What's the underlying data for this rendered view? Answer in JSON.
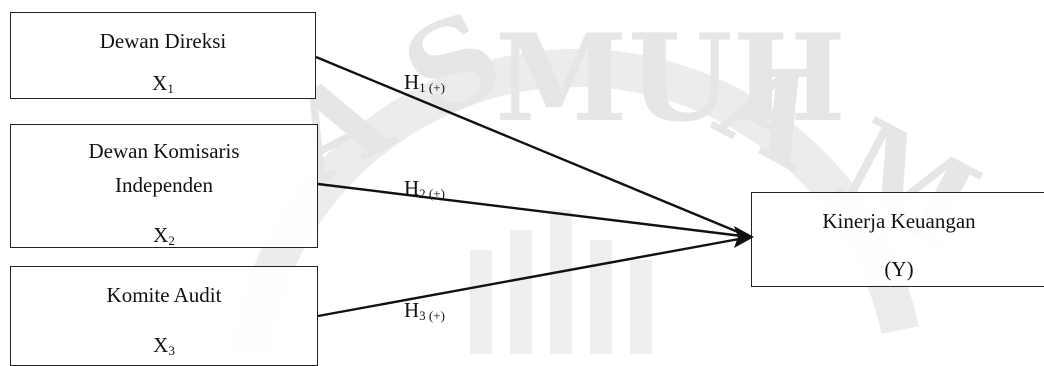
{
  "diagram": {
    "independent_variables": [
      {
        "name_lines": [
          "Dewan Direksi"
        ],
        "symbol": "X",
        "subscript": "1"
      },
      {
        "name_lines": [
          "Dewan Komisaris",
          "Independen"
        ],
        "symbol": "X",
        "subscript": "2"
      },
      {
        "name_lines": [
          "Komite Audit"
        ],
        "symbol": "X",
        "subscript": "3"
      }
    ],
    "dependent_variable": {
      "name": "Kinerja Keuangan",
      "symbol": "(Y)"
    },
    "hypotheses": [
      {
        "label": "H",
        "subscript": "1 (+)",
        "from": "X1",
        "to": "Y"
      },
      {
        "label": "H",
        "subscript": "2 (+)",
        "from": "X2",
        "to": "Y"
      },
      {
        "label": "H",
        "subscript": "3 (+)",
        "from": "X3",
        "to": "Y"
      }
    ],
    "colors": {
      "line": "#111111",
      "box_border": "#222222",
      "watermark": "#e9e9e9"
    }
  }
}
